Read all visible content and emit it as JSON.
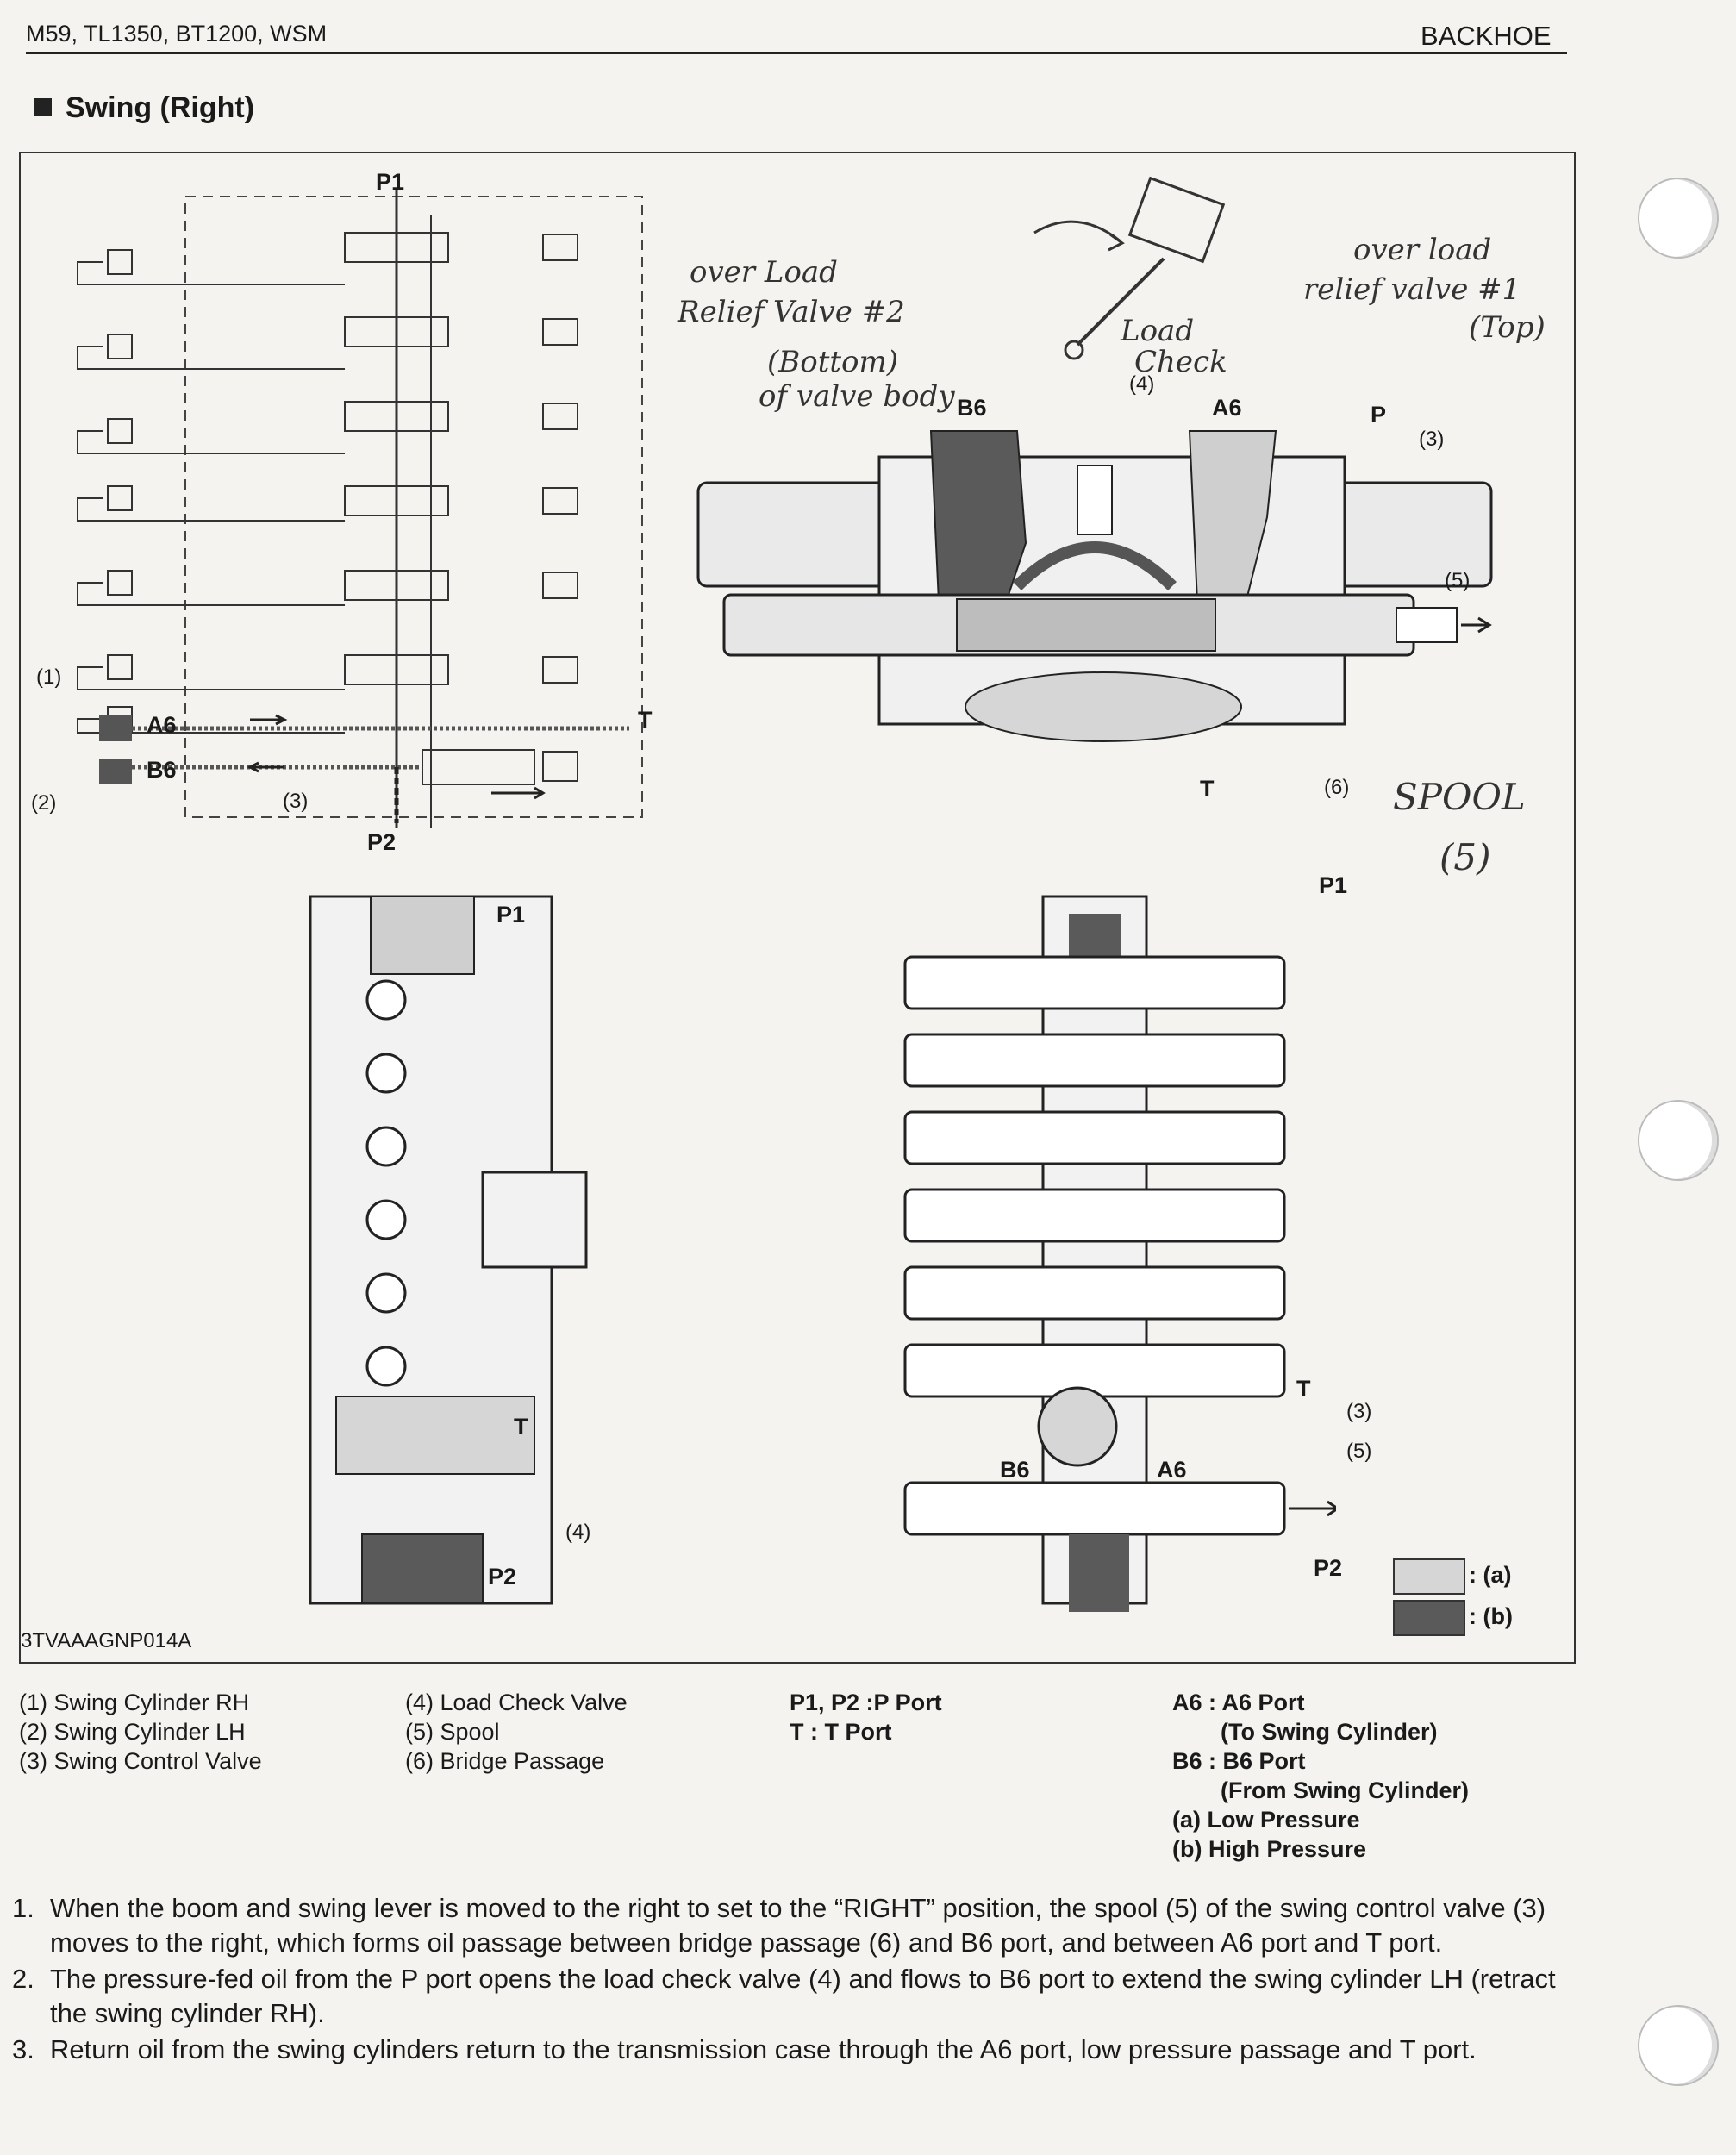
{
  "header": {
    "left": "M59, TL1350, BT1200, WSM",
    "right": "BACKHOE"
  },
  "section_title": "Swing (Right)",
  "figure": {
    "code": "3TVAAAGNP014A",
    "schematic_labels": {
      "p1": "P1",
      "p2": "P2",
      "t": "T",
      "a6": "A6",
      "b6": "B6",
      "n1": "(1)",
      "n2": "(2)",
      "n3": "(3)"
    },
    "section_labels": {
      "b6": "B6",
      "a6": "A6",
      "p": "P",
      "t": "T",
      "n3": "(3)",
      "n4": "(4)",
      "n5": "(5)",
      "n6": "(6)"
    },
    "side_labels": {
      "p1": "P1",
      "p2": "P2",
      "t": "T",
      "n4": "(4)"
    },
    "top_labels": {
      "p1": "P1",
      "p2": "P2",
      "t": "T",
      "b6": "B6",
      "a6": "A6",
      "n3": "(3)",
      "n5": "(5)"
    },
    "pressure_legend": [
      {
        "label": ": (a)",
        "color": "#d6d6d6"
      },
      {
        "label": ": (b)",
        "color": "#5a5a5a"
      }
    ],
    "handwritten": {
      "relief2_l1": "over Load",
      "relief2_l2": "Relief Valve #2",
      "relief2_l3": "(Bottom)",
      "relief2_l4": "of valve body",
      "load_check_l1": "Load",
      "load_check_l2": "Check",
      "relief1_l1": "over load",
      "relief1_l2": "relief valve #1",
      "relief1_l3": "(Top)",
      "spool_l1": "SPOOL",
      "spool_l2": "(5)"
    }
  },
  "legend": {
    "col1": [
      "(1)  Swing Cylinder RH",
      "(2)  Swing Cylinder LH",
      "(3)  Swing Control Valve"
    ],
    "col2": [
      "(4)  Load Check Valve",
      "(5)  Spool",
      "(6)  Bridge Passage"
    ],
    "col3": [
      "P1, P2 :P Port",
      "T :  T Port"
    ],
    "col4": [
      "A6 : A6 Port",
      "(To Swing Cylinder)",
      "B6 : B6 Port",
      "(From Swing Cylinder)",
      "(a)  Low Pressure",
      "(b)  High Pressure"
    ]
  },
  "steps": [
    {
      "num": "1.",
      "text": "When the boom and swing lever is moved to the right to set to the “RIGHT” position, the spool (5) of the swing control valve (3) moves to the right, which forms oil passage between bridge passage (6) and B6 port, and between A6 port and T port."
    },
    {
      "num": "2.",
      "text": "The pressure-fed oil from the P port opens the load check valve (4) and flows to B6 port to extend the swing cylinder LH (retract the swing cylinder RH)."
    },
    {
      "num": "3.",
      "text": "Return oil from the swing cylinders return to the transmission case through the A6 port, low pressure passage and T port."
    }
  ]
}
